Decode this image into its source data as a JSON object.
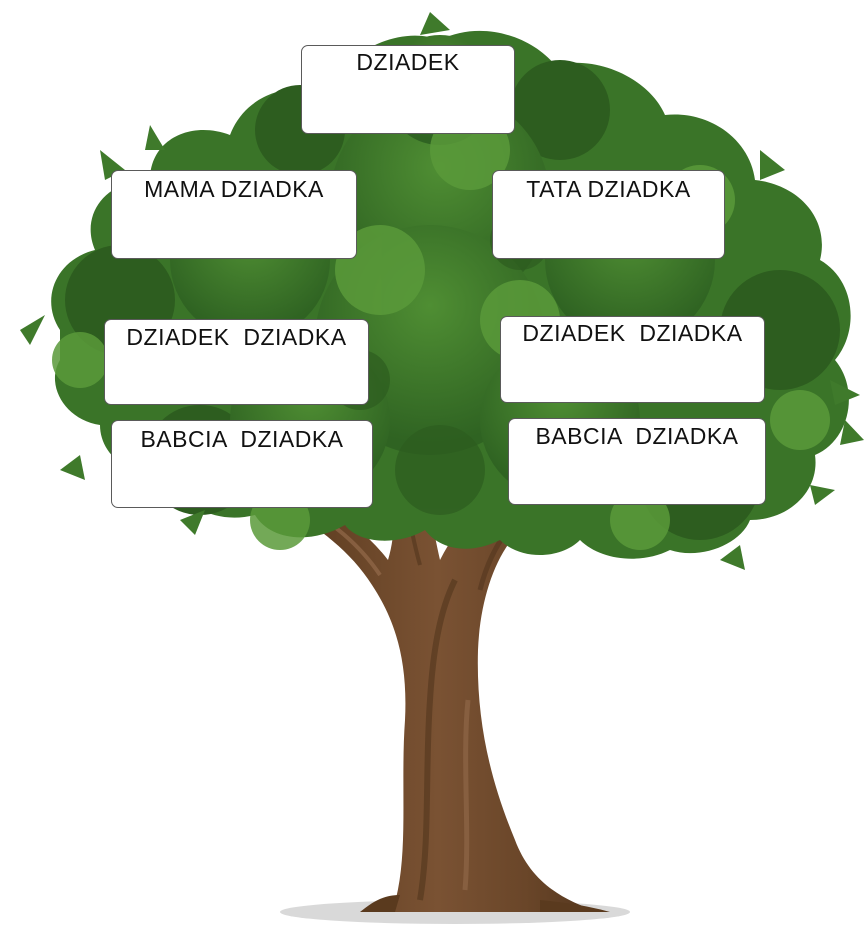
{
  "boxes": {
    "dziadek": "DZIADEK",
    "mama_dziadka": "MAMA DZIADKA",
    "tata_dziadka": "TATA DZIADKA",
    "dziadek_dziadka_left": "DZIADEK  DZIADKA",
    "dziadek_dziadka_right": "DZIADEK  DZIADKA",
    "babcia_dziadka_left": "BABCIA  DZIADKA",
    "babcia_dziadka_right": "BABCIA  DZIADKA"
  },
  "colors": {
    "foliage_dark": "#2d5d1f",
    "foliage_mid": "#3f7a2b",
    "foliage_light": "#5a9a3a",
    "trunk_dark": "#5a3a1e",
    "trunk_mid": "#7a5233",
    "trunk_light": "#9a7050",
    "box_border": "#5a5a5a"
  }
}
